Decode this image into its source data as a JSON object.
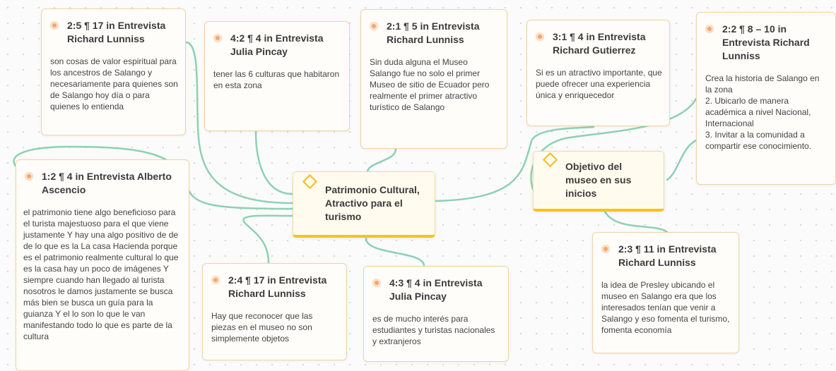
{
  "codes": [
    {
      "id": "patrimonio",
      "label": "Patrimonio Cultural, Atractivo para el turismo"
    },
    {
      "id": "objetivo",
      "label": "Objetivo del museo en sus inicios"
    }
  ],
  "quotes": [
    {
      "id": "q1",
      "ref": "2:5 ¶ 17 in Entrevista Richard Lunniss",
      "text": "son cosas de valor espiritual para los ancestros de Salango y necesariamente para quienes son de Salango hoy día o para quienes lo entienda"
    },
    {
      "id": "q2",
      "ref": "4:2 ¶ 4 in Entrevista Julia Pincay",
      "text": "tener las 6 culturas que habitaron en esta zona"
    },
    {
      "id": "q3",
      "ref": "2:1 ¶ 5 in Entrevista Richard Lunniss",
      "text": "Sin duda alguna el Museo Salango fue no solo el primer Museo de sitio de Ecuador pero realmente el primer atractivo turístico de Salango"
    },
    {
      "id": "q4",
      "ref": "3:1 ¶ 4 in Entrevista Richard Gutierrez",
      "text": "Si es un atractivo importante, que puede ofrecer una experiencia única y enriquecedor"
    },
    {
      "id": "q5",
      "ref": "2:2 ¶ 8 – 10 in Entrevista Richard Lunniss",
      "text": "Crea la historia de Salango en la zona\n2.          Ubicarlo de manera académica a nivel Nacional, Internacional\n3.          Invitar a la comunidad a compartir ese conocimiento."
    },
    {
      "id": "q6",
      "ref": "1:2 ¶ 4 in Entrevista Alberto Ascencio",
      "text": "el patrimonio tiene algo beneficioso para el turista majestuoso para el que viene justamente Y hay una algo positivo de de de lo que es la La casa Hacienda porque es el patrimonio realmente cultural lo que es la casa hay un poco de imágenes Y siempre cuando han llegado al turista nosotros le damos justamente se busca más bien se busca un guía para la guianza Y el lo son lo que le van manifestando todo lo que es parte de la cultura"
    },
    {
      "id": "q7",
      "ref": "2:4 ¶ 17 in Entrevista Richard Lunniss",
      "text": "Hay que reconocer que las piezas en el museo no son simplemente objetos"
    },
    {
      "id": "q8",
      "ref": "4:3 ¶ 4 in Entrevista Julia Pincay",
      "text": "es de mucho interés para estudiantes y turistas nacionales y extranjeros"
    },
    {
      "id": "q9",
      "ref": "2:3 ¶ 11 in Entrevista Richard Lunniss",
      "text": "la idea de Presley ubicando el museo en Salango era que los interesados tenían que venir a Salango y eso fomenta el turismo, fomenta economía"
    }
  ],
  "colors": {
    "link": "#8ed1b2",
    "quote_border": "#f3d2a4",
    "quote_icon": "#f5a66b",
    "code_accent": "#f5c518"
  },
  "icons": {
    "quote": "quotation-circle-icon",
    "code": "code-diamond-icon"
  }
}
